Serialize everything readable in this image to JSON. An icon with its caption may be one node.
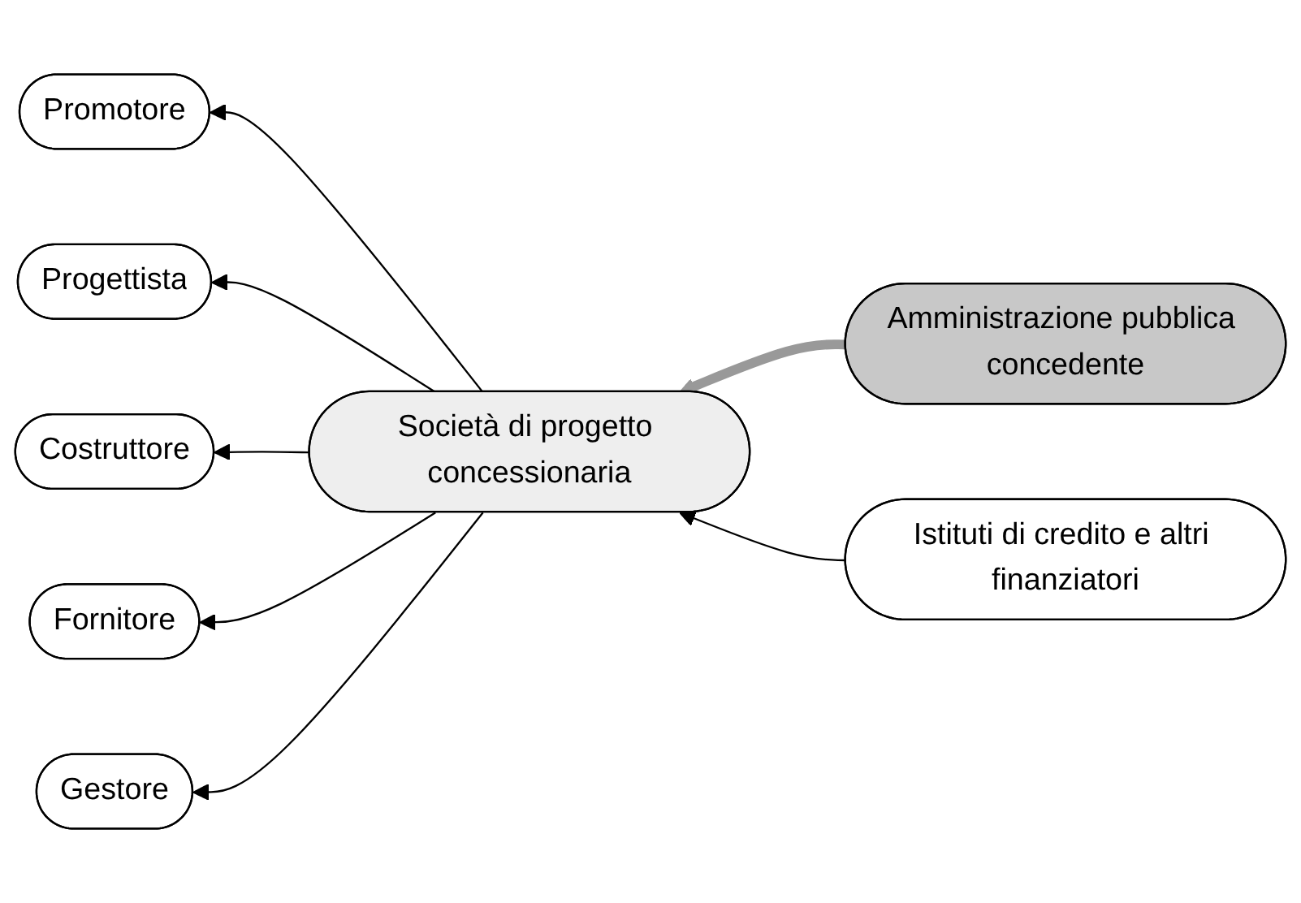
{
  "diagram": {
    "nodes": [
      {
        "text": [
          "Promotore"
        ]
      },
      {
        "text": [
          "Progettista"
        ]
      },
      {
        "text": [
          "Costruttore"
        ]
      },
      {
        "text": [
          "Fornitore"
        ]
      },
      {
        "text": [
          "Gestore"
        ]
      },
      {
        "text": [
          "Amministrazione pubblica concedente"
        ]
      },
      {
        "text": [
          "Società di progetto concessionaria"
        ]
      },
      {
        "text": [
          "Istituti di credito e altri finanziatori"
        ]
      }
    ],
    "edges": [
      {
        "from": 6,
        "to": 0,
        "arrow": "to"
      },
      {
        "from": 6,
        "to": 1,
        "arrow": "to"
      },
      {
        "from": 6,
        "to": 2,
        "arrow": "to"
      },
      {
        "from": 6,
        "to": 3,
        "arrow": "to"
      },
      {
        "from": 6,
        "to": 4,
        "arrow": "to"
      },
      {
        "from": 5,
        "to": 6,
        "arrow": "to",
        "style": "thick",
        "color": "#999999"
      },
      {
        "from": 7,
        "to": 6,
        "arrow": "to"
      }
    ]
  }
}
